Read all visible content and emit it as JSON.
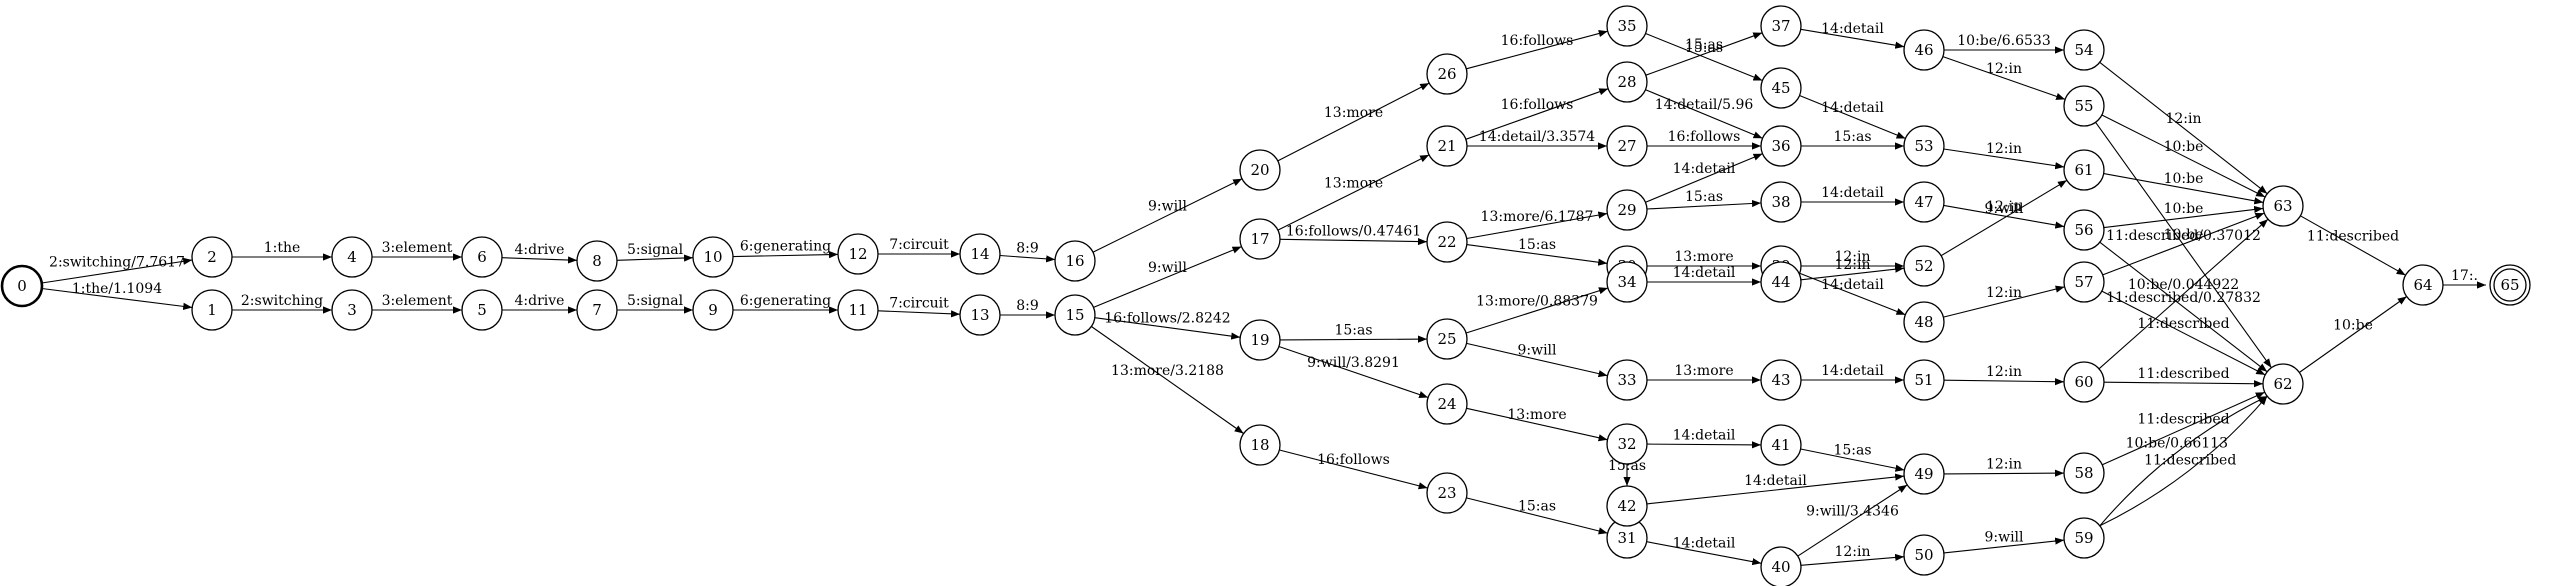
{
  "graph": {
    "nodes": [
      "0",
      "1",
      "2",
      "3",
      "4",
      "5",
      "6",
      "7",
      "8",
      "9",
      "10",
      "11",
      "12",
      "13",
      "14",
      "15",
      "16",
      "17",
      "18",
      "19",
      "20",
      "21",
      "22",
      "23",
      "24",
      "25",
      "26",
      "27",
      "28",
      "29",
      "30",
      "31",
      "32",
      "33",
      "34",
      "35",
      "36",
      "37",
      "38",
      "39",
      "40",
      "41",
      "42",
      "43",
      "44",
      "45",
      "46",
      "47",
      "48",
      "49",
      "50",
      "51",
      "52",
      "53",
      "54",
      "55",
      "56",
      "57",
      "58",
      "59",
      "60",
      "61",
      "62",
      "63",
      "64",
      "65"
    ],
    "start_node": "0",
    "final_node": "65",
    "edges": [
      {
        "from": "0",
        "to": "2",
        "label": "2:switching/7.7617"
      },
      {
        "from": "0",
        "to": "1",
        "label": "1:the/1.1094"
      },
      {
        "from": "2",
        "to": "4",
        "label": "1:the"
      },
      {
        "from": "1",
        "to": "3",
        "label": "2:switching"
      },
      {
        "from": "4",
        "to": "6",
        "label": "3:element"
      },
      {
        "from": "3",
        "to": "5",
        "label": "3:element"
      },
      {
        "from": "6",
        "to": "8",
        "label": "4:drive"
      },
      {
        "from": "5",
        "to": "7",
        "label": "4:drive"
      },
      {
        "from": "8",
        "to": "10",
        "label": "5:signal"
      },
      {
        "from": "7",
        "to": "9",
        "label": "5:signal"
      },
      {
        "from": "10",
        "to": "12",
        "label": "6:generating"
      },
      {
        "from": "9",
        "to": "11",
        "label": "6:generating"
      },
      {
        "from": "12",
        "to": "14",
        "label": "7:circuit"
      },
      {
        "from": "11",
        "to": "13",
        "label": "7:circuit"
      },
      {
        "from": "14",
        "to": "16",
        "label": "8:9"
      },
      {
        "from": "13",
        "to": "15",
        "label": "8:9"
      },
      {
        "from": "16",
        "to": "20",
        "label": "9:will"
      },
      {
        "from": "15",
        "to": "17",
        "label": "9:will"
      },
      {
        "from": "15",
        "to": "19",
        "label": "16:follows/2.8242"
      },
      {
        "from": "15",
        "to": "18",
        "label": "13:more/3.2188"
      },
      {
        "from": "20",
        "to": "26",
        "label": "13:more"
      },
      {
        "from": "17",
        "to": "21",
        "label": "13:more"
      },
      {
        "from": "17",
        "to": "22",
        "label": "16:follows/0.47461"
      },
      {
        "from": "19",
        "to": "25",
        "label": "15:as"
      },
      {
        "from": "19",
        "to": "24",
        "label": "9:will/3.8291"
      },
      {
        "from": "18",
        "to": "23",
        "label": "16:follows"
      },
      {
        "from": "26",
        "to": "35",
        "label": "16:follows"
      },
      {
        "from": "21",
        "to": "28",
        "label": "16:follows"
      },
      {
        "from": "21",
        "to": "27",
        "label": "14:detail/3.3574"
      },
      {
        "from": "22",
        "to": "29",
        "label": "13:more/6.1787"
      },
      {
        "from": "22",
        "to": "30",
        "label": "15:as"
      },
      {
        "from": "25",
        "to": "34",
        "label": "13:more/0.88379"
      },
      {
        "from": "25",
        "to": "33",
        "label": "9:will"
      },
      {
        "from": "24",
        "to": "32",
        "label": "13:more"
      },
      {
        "from": "23",
        "to": "31",
        "label": "15:as"
      },
      {
        "from": "35",
        "to": "45",
        "label": "15:as"
      },
      {
        "from": "28",
        "to": "37",
        "label": "15:as"
      },
      {
        "from": "28",
        "to": "36",
        "label": "14:detail/5.96"
      },
      {
        "from": "27",
        "to": "36",
        "label": "16:follows"
      },
      {
        "from": "29",
        "to": "36",
        "label": "14:detail"
      },
      {
        "from": "29",
        "to": "38",
        "label": "15:as"
      },
      {
        "from": "30",
        "to": "39",
        "label": "13:more"
      },
      {
        "from": "34",
        "to": "44",
        "label": "14:detail"
      },
      {
        "from": "33",
        "to": "43",
        "label": "13:more"
      },
      {
        "from": "32",
        "to": "41",
        "label": "14:detail"
      },
      {
        "from": "32",
        "to": "42",
        "label": "15:as"
      },
      {
        "from": "31",
        "to": "40",
        "label": "14:detail"
      },
      {
        "from": "37",
        "to": "46",
        "label": "14:detail"
      },
      {
        "from": "45",
        "to": "53",
        "label": "14:detail"
      },
      {
        "from": "36",
        "to": "53",
        "label": "15:as"
      },
      {
        "from": "38",
        "to": "47",
        "label": "14:detail"
      },
      {
        "from": "39",
        "to": "52",
        "label": "12:in"
      },
      {
        "from": "39",
        "to": "48",
        "label": "14:detail"
      },
      {
        "from": "44",
        "to": "52",
        "label": "12:in"
      },
      {
        "from": "43",
        "to": "51",
        "label": "14:detail"
      },
      {
        "from": "41",
        "to": "49",
        "label": "15:as"
      },
      {
        "from": "42",
        "to": "49",
        "label": "14:detail"
      },
      {
        "from": "40",
        "to": "49",
        "label": "9:will/3.4346"
      },
      {
        "from": "40",
        "to": "50",
        "label": "12:in"
      },
      {
        "from": "46",
        "to": "54",
        "label": "10:be/6.6533"
      },
      {
        "from": "46",
        "to": "55",
        "label": "12:in"
      },
      {
        "from": "53",
        "to": "61",
        "label": "12:in"
      },
      {
        "from": "47",
        "to": "56",
        "label": "12:in"
      },
      {
        "from": "52",
        "to": "61",
        "label": "9:will"
      },
      {
        "from": "48",
        "to": "57",
        "label": "12:in"
      },
      {
        "from": "51",
        "to": "60",
        "label": "12:in"
      },
      {
        "from": "49",
        "to": "58",
        "label": "12:in"
      },
      {
        "from": "50",
        "to": "59",
        "label": "9:will"
      },
      {
        "from": "54",
        "to": "63",
        "label": "12:in"
      },
      {
        "from": "55",
        "to": "63",
        "label": "10:be"
      },
      {
        "from": "55",
        "to": "62",
        "label": "11:described/0.37012"
      },
      {
        "from": "61",
        "to": "63",
        "label": "10:be"
      },
      {
        "from": "56",
        "to": "63",
        "label": "10:be"
      },
      {
        "from": "56",
        "to": "62",
        "label": "11:described/0.27832"
      },
      {
        "from": "57",
        "to": "63",
        "label": "10:be"
      },
      {
        "from": "57",
        "to": "62",
        "label": "11:described"
      },
      {
        "from": "60",
        "to": "63",
        "label": "10:be/0.044922"
      },
      {
        "from": "60",
        "to": "62",
        "label": "11:described"
      },
      {
        "from": "58",
        "to": "62",
        "label": "11:described"
      },
      {
        "from": "59",
        "to": "62",
        "label": "10:be/0.66113"
      },
      {
        "from": "59",
        "to": "62",
        "label": "11:described"
      },
      {
        "from": "63",
        "to": "64",
        "label": "11:described"
      },
      {
        "from": "62",
        "to": "64",
        "label": "10:be"
      },
      {
        "from": "64",
        "to": "65",
        "label": "17:."
      }
    ]
  }
}
